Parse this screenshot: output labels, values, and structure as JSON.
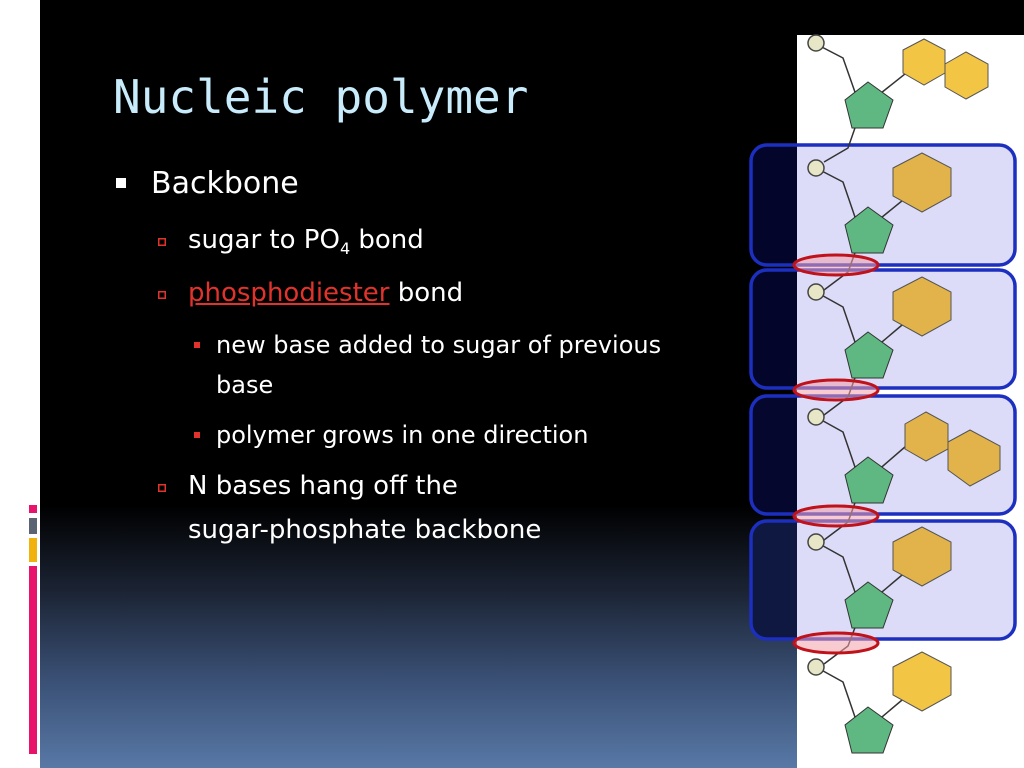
{
  "slide": {
    "title": "Nucleic polymer",
    "bullets": {
      "backbone": "Backbone",
      "sugar_bond_pre": "sugar to PO",
      "sugar_bond_sub": "4",
      "sugar_bond_post": " bond",
      "phosphodiester_link": "phosphodiester",
      "phosphodiester_post": " bond",
      "new_base_line1": "new base added to sugar of previous",
      "new_base_line2": "base",
      "grows": "polymer grows in one direction",
      "n_bases_line1": "N bases hang off the",
      "n_bases_line2": "sugar-phosphate backbone"
    }
  },
  "colors": {
    "title": "#c8ecfb",
    "link": "#e1332b",
    "highlight_box": "#1c2fbf",
    "bond_ring": "#c0121b",
    "sugar": "#5fb882",
    "base": "#f3c545",
    "phosphate": "#e7e7c8"
  },
  "icons": {
    "level1_marker": "square-bullet-icon",
    "level2_marker": "hollow-square-bullet-icon",
    "level3_marker": "small-square-bullet-icon"
  }
}
